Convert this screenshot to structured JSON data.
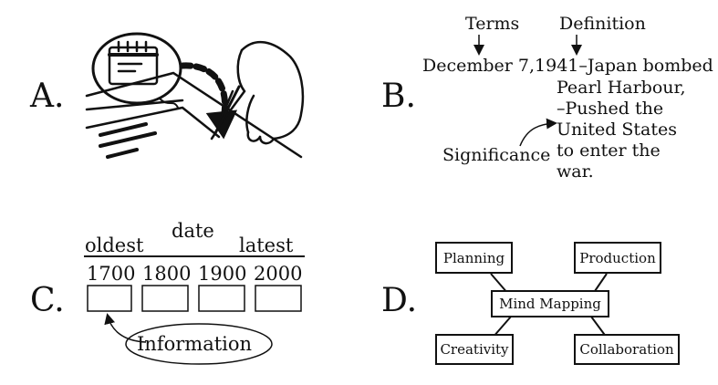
{
  "panel_a": {
    "letter": "A."
  },
  "panel_b": {
    "letter": "B.",
    "terms_label": "Terms",
    "definition_label": "Definition",
    "date_text": "December 7,1941–Japan bombed",
    "definition_lines": [
      "Pearl Harbour,",
      "–Pushed the",
      "United States",
      "to enter the",
      "war."
    ],
    "significance_label": "Significance"
  },
  "panel_c": {
    "letter": "C.",
    "oldest": "oldest",
    "date": "date",
    "latest": "latest",
    "years": [
      "1700",
      "1800",
      "1900",
      "2000"
    ],
    "information": "Information"
  },
  "panel_d": {
    "letter": "D.",
    "center": "Mind Mapping",
    "top_left": "Planning",
    "top_right": "Production",
    "bottom_left": "Creativity",
    "bottom_right": "Collaboration"
  }
}
